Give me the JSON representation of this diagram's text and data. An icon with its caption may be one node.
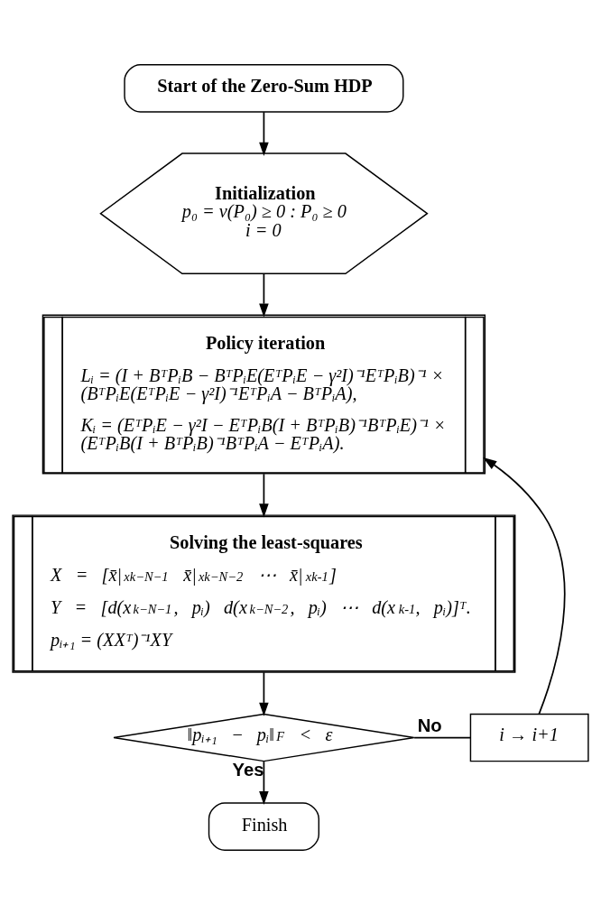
{
  "diagram": {
    "nodes": [
      {
        "text": [
          "Start of the Zero-Sum HDP"
        ]
      },
      {
        "text": [
          "Initialization",
          "p₀ = v(P₀) ≥ 0 : P₀ ≥ 0",
          "i = 0"
        ]
      },
      {
        "text": [
          "Policy iteration",
          "Lᵢ = (I + BᵀPᵢB − BᵀPᵢE(EᵀPᵢE − γ²I)⁻¹EᵀPᵢB)⁻¹ × (BᵀPᵢE(EᵀPᵢE − γ²I)⁻¹EᵀPᵢA − BᵀPᵢA),",
          "Kᵢ = (EᵀPᵢE − γ²I − EᵀPᵢB(I + BᵀPᵢB)⁻¹BᵀPᵢE)⁻¹ × (EᵀPᵢB(I + BᵀPᵢB)⁻¹BᵀPᵢA − EᵀPᵢA)."
        ]
      },
      {
        "text": [
          "Solving the least-squares",
          "X = [x̄|$_{xk−N−1}$ x̄|$_{xk−N−2}$ ⋯ x̄|$_{xk-1}$]",
          "Y = [d(x$_{k−N−1}$, pᵢ) d(x$_{k−N−2}$, pᵢ) ⋯ d(x$_{k-1}$, pᵢ)]ᵀ.",
          "pᵢ₊₁ = (XXᵀ)⁻¹XY"
        ]
      },
      {
        "text": [
          "‖pᵢ₊₁ − pᵢ‖$_{F}$ < ε"
        ]
      },
      {
        "text": [
          "i → i+1"
        ]
      },
      {
        "text": [
          "Finish"
        ]
      }
    ],
    "edges": [
      {
        "from": 0,
        "to": 1,
        "arrow": "to"
      },
      {
        "from": 1,
        "to": 2,
        "arrow": "to"
      },
      {
        "from": 2,
        "to": 3,
        "arrow": "to"
      },
      {
        "from": 3,
        "to": 4,
        "arrow": "to"
      },
      {
        "from": 4,
        "to": 5,
        "arrow": "none",
        "label": "No"
      },
      {
        "from": 5,
        "to": 2,
        "arrow": "to"
      },
      {
        "from": 4,
        "to": 6,
        "arrow": "to",
        "label": "Yes"
      }
    ]
  }
}
